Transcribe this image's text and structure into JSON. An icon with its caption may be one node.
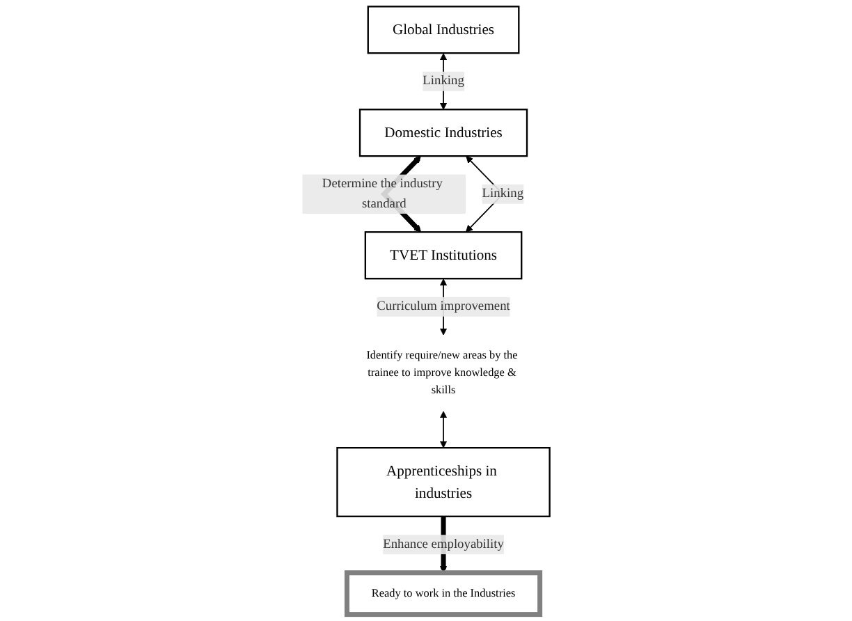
{
  "diagram": {
    "nodes": [
      {
        "text": [
          "Global Industries"
        ]
      },
      {
        "text": [
          "Domestic Industries"
        ]
      },
      {
        "text": [
          "TVET Institutions"
        ]
      },
      {
        "text": [
          "Identify require/new areas by the trainee to improve knowledge & skills"
        ]
      },
      {
        "text": [
          "Apprenticeships in industries"
        ]
      },
      {
        "text": [
          "Ready to work in the Industries"
        ]
      }
    ],
    "edges": [
      {
        "from": 0,
        "to": 1,
        "arrow": "both",
        "label": "Linking"
      },
      {
        "from": 1,
        "to": 2,
        "arrow": "both",
        "label": "Determine the industry standard",
        "style": "thick"
      },
      {
        "from": 1,
        "to": 2,
        "arrow": "both",
        "label": "Linking"
      },
      {
        "from": 2,
        "to": 3,
        "arrow": "both",
        "label": "Curriculum improvement"
      },
      {
        "from": 3,
        "to": 4,
        "arrow": "both"
      },
      {
        "from": 4,
        "to": 5,
        "arrow": "to",
        "label": "Enhance employability",
        "style": "thick"
      }
    ]
  }
}
